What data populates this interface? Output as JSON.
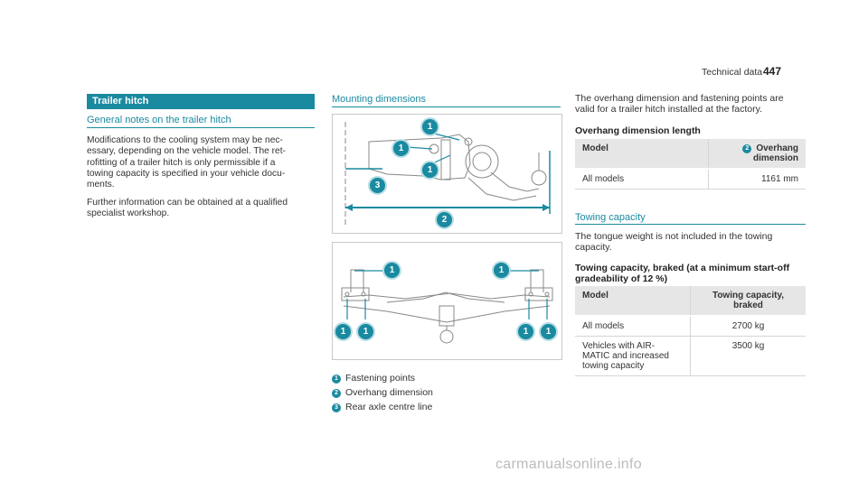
{
  "header": {
    "section": "Technical data",
    "page": "447"
  },
  "left": {
    "banner": "Trailer hitch",
    "subheading": "General notes on the trailer hitch",
    "para1": [
      "Modifications to the cooling system may be nec-",
      "essary, depending on the vehicle model. The ret-",
      "rofitting of a trailer hitch is only permissible if a",
      "towing capacity is specified in your vehicle docu-",
      "ments."
    ],
    "para2": [
      "Further information can be obtained at a qualified",
      "specialist workshop."
    ]
  },
  "middle": {
    "heading": "Mounting dimensions",
    "legend": [
      {
        "num": "1",
        "label": "Fastening points"
      },
      {
        "num": "2",
        "label": "Overhang dimension"
      },
      {
        "num": "3",
        "label": "Rear axle centre line"
      }
    ],
    "fig1_callouts": [
      "1",
      "1",
      "1",
      "3",
      "2"
    ],
    "fig2_callouts": [
      "1",
      "1",
      "1",
      "1",
      "1",
      "1"
    ]
  },
  "right": {
    "intro": [
      "The overhang dimension and fastening points are",
      "valid for a trailer hitch installed at the factory."
    ],
    "overhang_heading": "Overhang dimension length",
    "overhang_table": {
      "col1": "Model",
      "col2_badge": "2",
      "col2_line1": "Overhang",
      "col2_line2": "dimension",
      "rows": [
        {
          "model": "All models",
          "value": "1161 mm"
        }
      ]
    },
    "towing_heading": "Towing capacity",
    "towing_intro": [
      "The tongue weight is not included in the towing",
      "capacity."
    ],
    "braked_heading_1": "Towing capacity, braked (at a minimum start-off",
    "braked_heading_2": "gradeability of 12 %)",
    "braked_table": {
      "col1": "Model",
      "col2_line1": "Towing capacity,",
      "col2_line2": "braked",
      "row1_model": "All models",
      "row1_value": "2700 kg",
      "row2_model_1": "Vehicles with AIR-",
      "row2_model_2": "MATIC and increased",
      "row2_model_3": "towing capacity",
      "row2_value": "3500 kg"
    }
  },
  "watermark": "carmanualsonline.info"
}
